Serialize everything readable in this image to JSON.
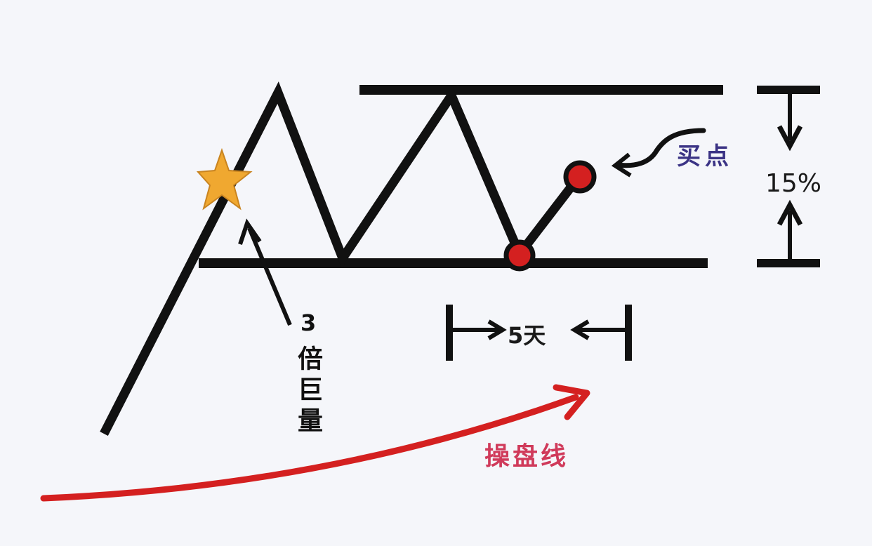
{
  "diagram": {
    "title": "",
    "background": "#f5f6fa",
    "colors": {
      "line": "#111111",
      "dot_fill": "#d42020",
      "star_fill": "#f0a830",
      "buy_text": "#3b3385",
      "control_line": "#d42020",
      "control_text": "#d03a5a"
    },
    "labels": {
      "buy_point": "买点",
      "range_percent": "15%",
      "days": "5天",
      "volume_multiplier": "3",
      "volume_text": "倍巨量",
      "control_line": "操盘线"
    },
    "elements": {
      "price_path": "rise to peak, drop to support, rise to resistance, drop to support, bounce to buy point",
      "resistance_line": "upper horizontal line",
      "support_line": "lower horizontal line",
      "star_marker": "3x volume spike on initial rise",
      "dot_markers": [
        "support touch",
        "buy point"
      ],
      "range_indicator": "15% between support and resistance",
      "time_indicator": "5 days",
      "trend_arrow": "rising red curved arrow"
    }
  }
}
